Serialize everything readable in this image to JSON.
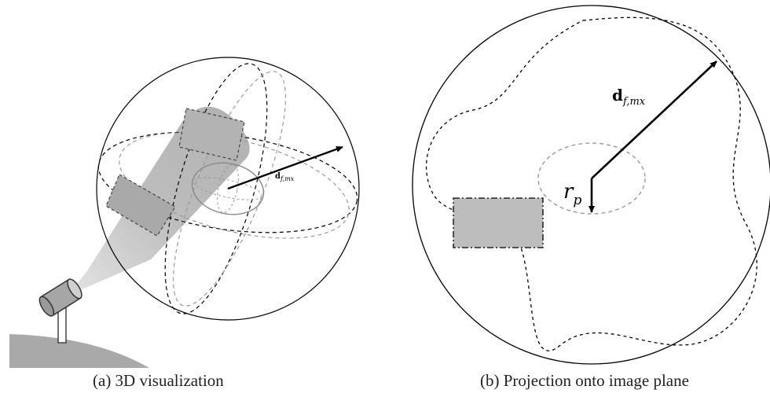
{
  "panels": [
    {
      "id": "a",
      "caption": "(a) 3D visualization",
      "vector_label": {
        "main": "d",
        "sub": "f,mx"
      }
    },
    {
      "id": "b",
      "caption": "(b) Projection onto image plane",
      "vector_label": {
        "main": "d",
        "sub": "f,mx"
      },
      "radius_label": {
        "main": "r",
        "sub": "p"
      }
    }
  ],
  "colors": {
    "stroke": "#000000",
    "dashed_light": "#999999",
    "box_fill": "#bdbdbd",
    "beam": "#c8c8c8",
    "ground": "#a9a9a9"
  }
}
